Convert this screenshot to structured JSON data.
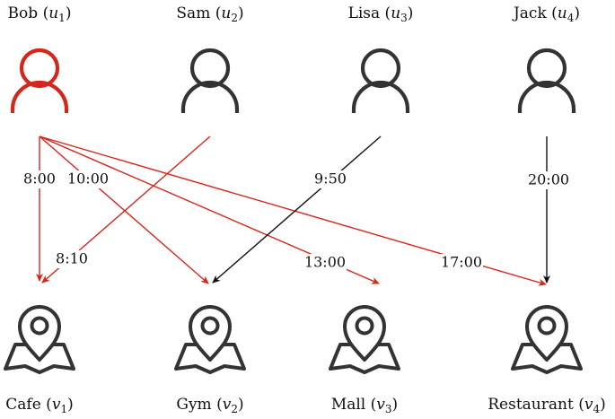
{
  "colors": {
    "highlight": "#d4261a",
    "default": "#333333",
    "edge_black": "#111111"
  },
  "users": [
    {
      "name": "Bob",
      "sub": "u",
      "idx": "1",
      "highlight": true,
      "icon": "person-icon"
    },
    {
      "name": "Sam",
      "sub": "u",
      "idx": "2",
      "highlight": false,
      "icon": "person-icon"
    },
    {
      "name": "Lisa",
      "sub": "u",
      "idx": "3",
      "highlight": false,
      "icon": "person-icon"
    },
    {
      "name": "Jack",
      "sub": "u",
      "idx": "4",
      "highlight": false,
      "icon": "person-icon"
    }
  ],
  "venues": [
    {
      "name": "Cafe",
      "sub": "v",
      "idx": "1",
      "icon": "map-pin-icon"
    },
    {
      "name": "Gym",
      "sub": "v",
      "idx": "2",
      "icon": "map-pin-icon"
    },
    {
      "name": "Mall",
      "sub": "v",
      "idx": "3",
      "icon": "map-pin-icon"
    },
    {
      "name": "Restaurant",
      "sub": "v",
      "idx": "4",
      "icon": "map-pin-icon"
    }
  ],
  "edges": [
    {
      "from": 0,
      "to": 0,
      "time": "8:00",
      "color": "highlight"
    },
    {
      "from": 0,
      "to": 1,
      "time": "10:00",
      "color": "highlight"
    },
    {
      "from": 0,
      "to": 2,
      "time": "13:00",
      "color": "highlight"
    },
    {
      "from": 0,
      "to": 3,
      "time": "17:00",
      "color": "highlight"
    },
    {
      "from": 1,
      "to": 0,
      "time": "8:10",
      "color": "highlight"
    },
    {
      "from": 2,
      "to": 1,
      "time": "9:50",
      "color": "edge_black"
    },
    {
      "from": 3,
      "to": 3,
      "time": "20:00",
      "color": "edge_black"
    }
  ]
}
